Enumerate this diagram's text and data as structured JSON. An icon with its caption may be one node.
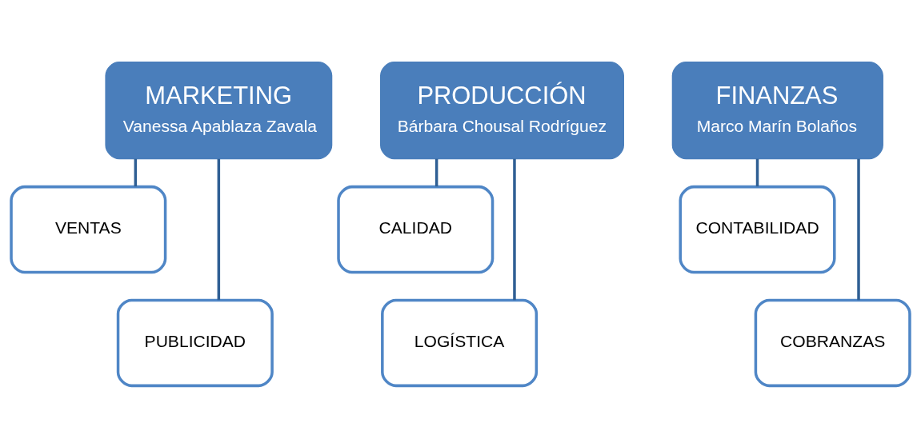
{
  "diagram": {
    "nodes": [
      {
        "text": [
          "MARKETING",
          "Vanessa Apablaza Zavala"
        ]
      },
      {
        "text": [
          "VENTAS"
        ]
      },
      {
        "text": [
          "PUBLICIDAD"
        ]
      },
      {
        "text": [
          "PRODUCCIÓN",
          "Bárbara Chousal Rodríguez"
        ]
      },
      {
        "text": [
          "CALIDAD"
        ]
      },
      {
        "text": [
          "LOGÍSTICA"
        ]
      },
      {
        "text": [
          "FINANZAS",
          "Marco Marín Bolaños"
        ]
      },
      {
        "text": [
          "CONTABILIDAD"
        ]
      },
      {
        "text": [
          "COBRANZAS"
        ]
      }
    ],
    "edges": [
      {
        "from": 0,
        "to": 1,
        "arrow": "none"
      },
      {
        "from": 0,
        "to": 2,
        "arrow": "none"
      },
      {
        "from": 3,
        "to": 4,
        "arrow": "none"
      },
      {
        "from": 3,
        "to": 5,
        "arrow": "none"
      },
      {
        "from": 6,
        "to": 7,
        "arrow": "none"
      },
      {
        "from": 6,
        "to": 8,
        "arrow": "none"
      }
    ]
  }
}
